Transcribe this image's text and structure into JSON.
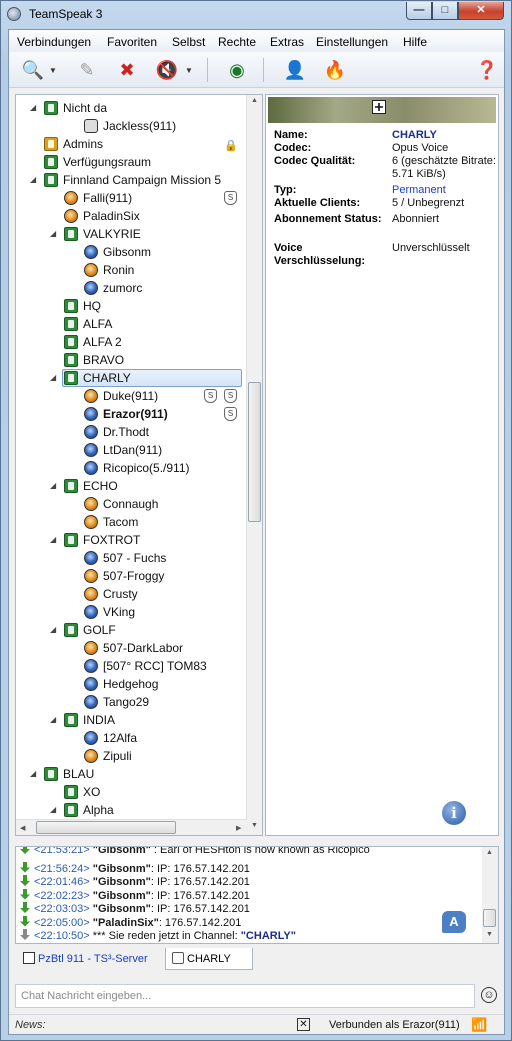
{
  "window": {
    "title": "TeamSpeak 3",
    "min": "—",
    "max": "□",
    "close": "✕"
  },
  "menu": [
    "Verbindungen",
    "Favoriten",
    "Selbst",
    "Rechte",
    "Extras",
    "Einstellungen",
    "Hilfe"
  ],
  "tree": [
    {
      "label": "Nicht da",
      "kind": "channel",
      "color": "g",
      "depth": 0,
      "expanded": true
    },
    {
      "label": "Jackless(911)",
      "kind": "away",
      "depth": 2
    },
    {
      "label": "Admins",
      "kind": "channel",
      "color": "y",
      "depth": 0,
      "lock": true
    },
    {
      "label": "Verfügungsraum",
      "kind": "channel",
      "color": "g",
      "depth": 0
    },
    {
      "label": "Finnland Campaign Mission 5",
      "kind": "channel",
      "color": "g",
      "depth": 0,
      "expanded": true
    },
    {
      "label": "Falli(911)",
      "kind": "user",
      "color": "o",
      "depth": 1,
      "badges": 1
    },
    {
      "label": "PaladinSix",
      "kind": "user",
      "color": "o",
      "depth": 1
    },
    {
      "label": "VALKYRIE",
      "kind": "channel",
      "color": "g",
      "depth": 1,
      "expanded": true
    },
    {
      "label": "Gibsonm",
      "kind": "user",
      "color": "b",
      "depth": 2
    },
    {
      "label": "Ronin",
      "kind": "user",
      "color": "o",
      "depth": 2
    },
    {
      "label": "zumorc",
      "kind": "user",
      "color": "b",
      "depth": 2
    },
    {
      "label": "HQ",
      "kind": "channel",
      "color": "g",
      "depth": 1
    },
    {
      "label": "ALFA",
      "kind": "channel",
      "color": "g",
      "depth": 1
    },
    {
      "label": "ALFA 2",
      "kind": "channel",
      "color": "g",
      "depth": 1
    },
    {
      "label": "BRAVO",
      "kind": "channel",
      "color": "g",
      "depth": 1
    },
    {
      "label": "CHARLY",
      "kind": "channel",
      "color": "g",
      "depth": 1,
      "expanded": true,
      "selected": true
    },
    {
      "label": "Duke(911)",
      "kind": "user",
      "color": "o",
      "depth": 2,
      "badges": 2
    },
    {
      "label": "Erazor(911)",
      "kind": "user",
      "color": "b",
      "depth": 2,
      "badges": 1,
      "bold": true
    },
    {
      "label": "Dr.Thodt",
      "kind": "user",
      "color": "b",
      "depth": 2
    },
    {
      "label": "LtDan(911)",
      "kind": "user",
      "color": "b",
      "depth": 2
    },
    {
      "label": "Ricopico(5./911)",
      "kind": "user",
      "color": "b",
      "depth": 2
    },
    {
      "label": "ECHO",
      "kind": "channel",
      "color": "g",
      "depth": 1,
      "expanded": true
    },
    {
      "label": "Connaugh",
      "kind": "user",
      "color": "o",
      "depth": 2
    },
    {
      "label": "Tacom",
      "kind": "user",
      "color": "o",
      "depth": 2
    },
    {
      "label": "FOXTROT",
      "kind": "channel",
      "color": "g",
      "depth": 1,
      "expanded": true
    },
    {
      "label": "507 - Fuchs",
      "kind": "user",
      "color": "b",
      "depth": 2
    },
    {
      "label": "507-Froggy",
      "kind": "user",
      "color": "o",
      "depth": 2
    },
    {
      "label": "Crusty",
      "kind": "user",
      "color": "o",
      "depth": 2
    },
    {
      "label": "VKing",
      "kind": "user",
      "color": "b",
      "depth": 2
    },
    {
      "label": "GOLF",
      "kind": "channel",
      "color": "g",
      "depth": 1,
      "expanded": true
    },
    {
      "label": "507-DarkLabor",
      "kind": "user",
      "color": "o",
      "depth": 2
    },
    {
      "label": "[507° RCC] TOM83",
      "kind": "user",
      "color": "b",
      "depth": 2
    },
    {
      "label": "Hedgehog",
      "kind": "user",
      "color": "b",
      "depth": 2
    },
    {
      "label": "Tango29",
      "kind": "user",
      "color": "b",
      "depth": 2
    },
    {
      "label": "INDIA",
      "kind": "channel",
      "color": "g",
      "depth": 1,
      "expanded": true
    },
    {
      "label": "12Alfa",
      "kind": "user",
      "color": "b",
      "depth": 2
    },
    {
      "label": "Zipuli",
      "kind": "user",
      "color": "o",
      "depth": 2
    },
    {
      "label": "BLAU",
      "kind": "channel",
      "color": "g",
      "depth": 0,
      "expanded": true
    },
    {
      "label": "XO",
      "kind": "channel",
      "color": "g",
      "depth": 1
    },
    {
      "label": "Alpha",
      "kind": "channel",
      "color": "g",
      "depth": 1,
      "expanded": true
    }
  ],
  "info": {
    "rows": [
      {
        "k": "Name:",
        "v": "CHARLY",
        "style": "navy"
      },
      {
        "k": "Codec:",
        "v": "Opus Voice",
        "style": ""
      },
      {
        "k": "Codec Qualität:",
        "v": "6 (geschätzte Bitrate: 5.71 KiB/s)",
        "style": ""
      },
      {
        "k": "Typ:",
        "v": "Permanent",
        "style": "blue"
      },
      {
        "k": "Aktuelle Clients:",
        "v": "5 / Unbegrenzt",
        "style": ""
      },
      {
        "k": "Abonnement Status:",
        "v": "Abonniert",
        "style": ""
      },
      {
        "k": "Voice Verschlüsselung:",
        "v": "Unverschlüsselt",
        "style": ""
      }
    ]
  },
  "log": [
    {
      "time": "<21:53:21>",
      "name": "\"Gibsonm\"",
      "text": " : Earl of HESHton  is now known as  Ricopico",
      "arrow": "green"
    },
    {
      "time": "<21:56:24>",
      "name": "\"Gibsonm\"",
      "text": ": IP: 176.57.142.201",
      "arrow": "green"
    },
    {
      "time": "<22:01:46>",
      "name": "\"Gibsonm\"",
      "text": ": IP: 176.57.142.201",
      "arrow": "green"
    },
    {
      "time": "<22:02:23>",
      "name": "\"Gibsonm\"",
      "text": ": IP: 176.57.142.201",
      "arrow": "green"
    },
    {
      "time": "<22:03:03>",
      "name": "\"Gibsonm\"",
      "text": ": IP: 176.57.142.201",
      "arrow": "green"
    },
    {
      "time": "<22:05:00>",
      "name": "\"PaladinSix\"",
      "text": ": 176.57.142.201",
      "arrow": "green"
    },
    {
      "time": "<22:10:50>",
      "name": "",
      "text": "*** Sie reden jetzt in Channel: ",
      "channel": "\"CHARLY\"",
      "arrow": "gray"
    }
  ],
  "tabs": {
    "server": "PzBtl 911 - TS³-Server",
    "channel": "CHARLY"
  },
  "chat": {
    "placeholder": "Chat Nachricht eingeben..."
  },
  "status": {
    "news": "News:",
    "connected": "Verbunden als Erazor(911)"
  }
}
